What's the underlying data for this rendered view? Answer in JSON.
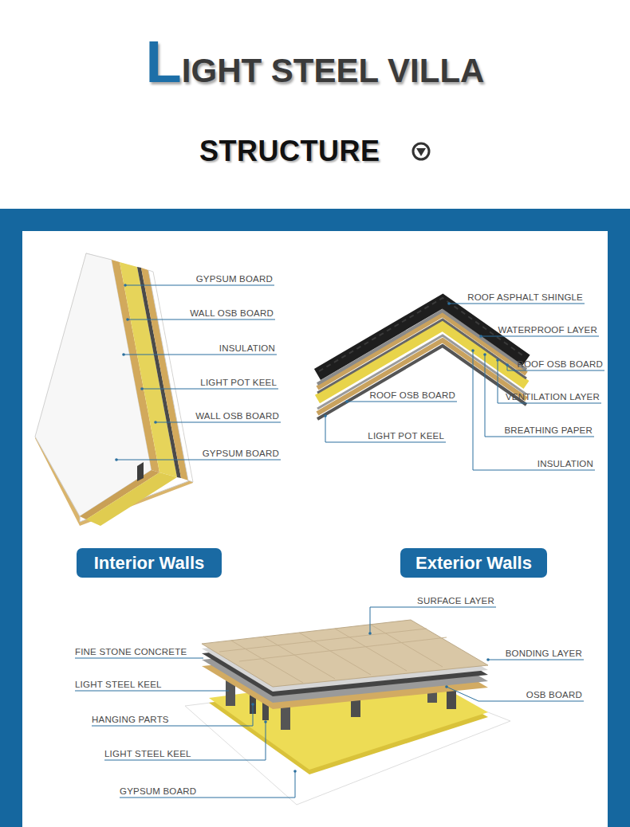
{
  "diagram": {
    "title": "LIGHT STEEL VILLA",
    "nodes": [
      {
        "text": [
          "Interior Walls"
        ]
      },
      {
        "text": [
          "Exterior Walls"
        ]
      }
    ],
    "labels": [
      "STRUCTURE",
      "GYPSUM BOARD",
      "WALL OSB BOARD",
      "INSULATION",
      "LIGHT POT KEEL",
      "WALL OSB BOARD",
      "GYPSUM BOARD",
      "ROOF ASPHALT SHINGLE",
      "WATERPROOF LAYER",
      "ROOF OSB BOARD",
      "VENTILATION LAYER",
      "ROOF OSB BOARD",
      "BREATHING PAPER",
      "LIGHT POT KEEL",
      "INSULATION",
      "SURFACE LAYER",
      "FINE STONE CONCRETE",
      "BONDING LAYER",
      "LIGHT STEEL KEEL",
      "OSB BOARD",
      "HANGING PARTS",
      "LIGHT STEEL KEEL",
      "GYPSUM BOARD"
    ]
  }
}
